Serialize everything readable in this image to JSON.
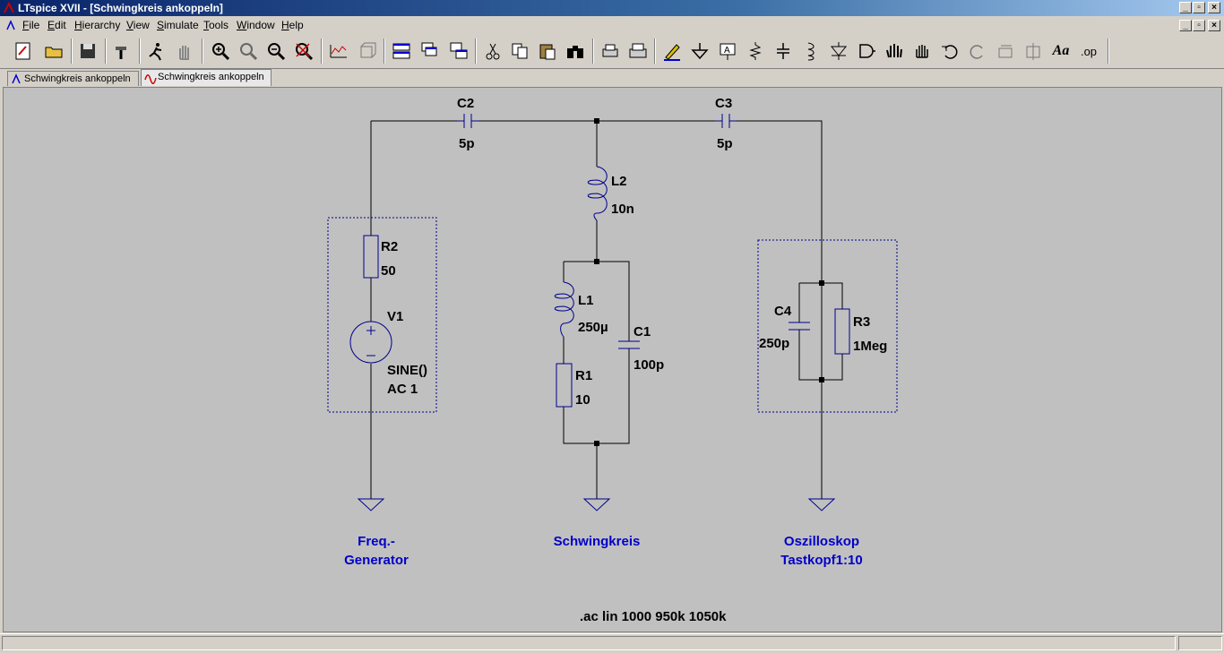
{
  "window": {
    "title": "LTspice XVII - [Schwingkreis ankoppeln]"
  },
  "menu": [
    {
      "label": "File",
      "u": "F",
      "rest": "ile"
    },
    {
      "label": "Edit",
      "u": "E",
      "rest": "dit"
    },
    {
      "label": "Hierarchy",
      "u": "H",
      "rest": "ierarchy"
    },
    {
      "label": "View",
      "u": "V",
      "rest": "iew"
    },
    {
      "label": "Simulate",
      "u": "S",
      "rest": "imulate"
    },
    {
      "label": "Tools",
      "u": "T",
      "rest": "ools"
    },
    {
      "label": "Window",
      "u": "W",
      "rest": "indow"
    },
    {
      "label": "Help",
      "u": "H",
      "rest": "elp"
    }
  ],
  "tabs": [
    {
      "label": "Schwingkreis ankoppeln",
      "kind": "schematic"
    },
    {
      "label": "Schwingkreis ankoppeln",
      "kind": "waveform"
    }
  ],
  "toolbar": {
    "op_label": ".op",
    "text_label": "Aa"
  },
  "schematic": {
    "components": {
      "c2": {
        "name": "C2",
        "value": "5p"
      },
      "c3": {
        "name": "C3",
        "value": "5p"
      },
      "l2": {
        "name": "L2",
        "value": "10n"
      },
      "r2": {
        "name": "R2",
        "value": "50"
      },
      "v1": {
        "name": "V1",
        "value": "SINE()",
        "value2": "AC 1"
      },
      "l1": {
        "name": "L1",
        "value": "250µ"
      },
      "c1": {
        "name": "C1",
        "value": "100p"
      },
      "r1": {
        "name": "R1",
        "value": "10"
      },
      "c4": {
        "name": "C4",
        "value": "250p"
      },
      "r3": {
        "name": "R3",
        "value": "1Meg"
      }
    },
    "labels": {
      "gen_line1": "Freq.-",
      "gen_line2": "Generator",
      "tank": "Schwingkreis",
      "scope_line1": "Oszilloskop",
      "scope_line2": "Tastkopf1:10"
    },
    "directive": ".ac lin 1000 950k 1050k",
    "colors": {
      "wire": "#000000",
      "component": "#00008b",
      "label": "#0000c8",
      "background": "#c0c0c0"
    }
  }
}
